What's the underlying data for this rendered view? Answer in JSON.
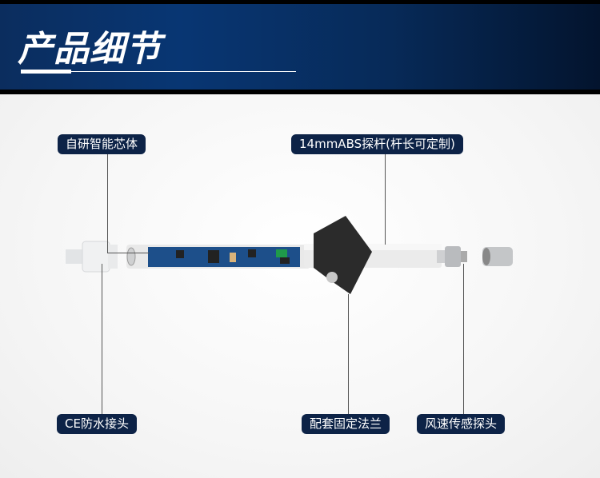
{
  "header": {
    "title": "产品细节"
  },
  "labels": {
    "core": "自研智能芯体",
    "rod": "14mmABS探杆(杆长可定制)",
    "connector": "CE防水接头",
    "flange": "配套固定法兰",
    "probe": "风速传感探头"
  },
  "colors": {
    "banner": "#083673",
    "label_bg": "#0d2347",
    "pcb": "#1d4f8a",
    "flange": "#2b2b2b"
  }
}
